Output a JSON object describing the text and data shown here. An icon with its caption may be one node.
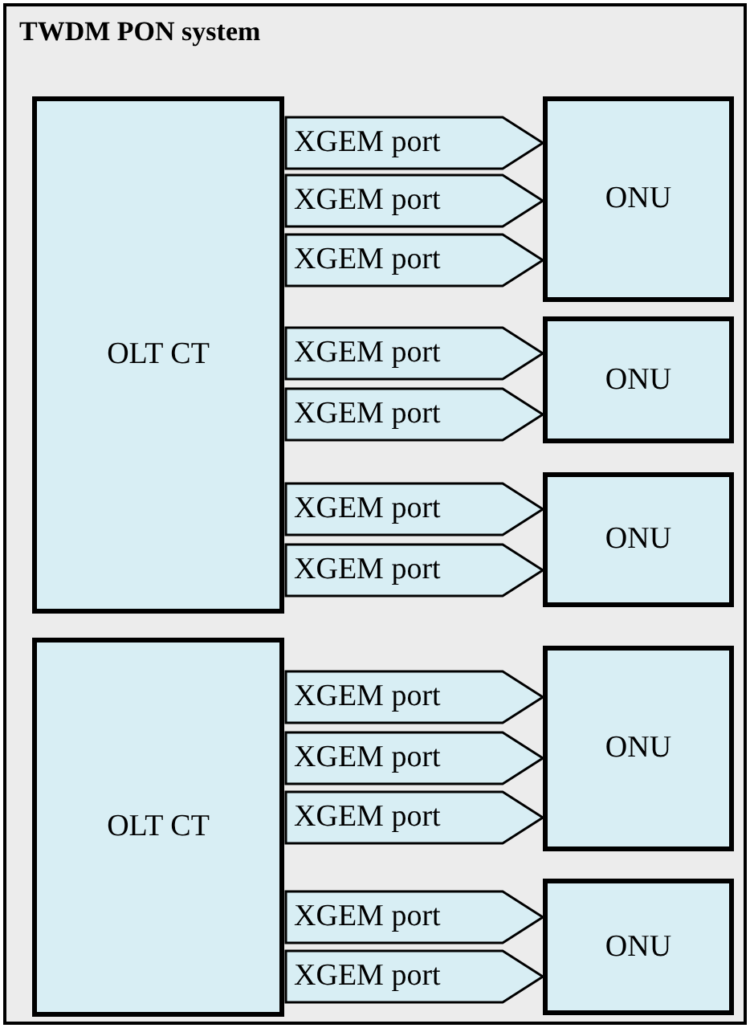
{
  "diagram": {
    "nodes": [
      {
        "text": [
          "TWDM PON system"
        ]
      },
      {
        "text": [
          "OLT CT"
        ],
        "in": 0
      },
      {
        "text": [
          "XGEM port"
        ],
        "in": 0
      },
      {
        "text": [
          "XGEM port"
        ],
        "in": 0
      },
      {
        "text": [
          "XGEM port"
        ],
        "in": 0
      },
      {
        "text": [
          "ONU"
        ],
        "in": 0
      },
      {
        "text": [
          "XGEM port"
        ],
        "in": 0
      },
      {
        "text": [
          "XGEM port"
        ],
        "in": 0
      },
      {
        "text": [
          "ONU"
        ],
        "in": 0
      },
      {
        "text": [
          "XGEM port"
        ],
        "in": 0
      },
      {
        "text": [
          "XGEM port"
        ],
        "in": 0
      },
      {
        "text": [
          "ONU"
        ],
        "in": 0
      },
      {
        "text": [
          "OLT CT"
        ],
        "in": 0
      },
      {
        "text": [
          "XGEM port"
        ],
        "in": 0
      },
      {
        "text": [
          "XGEM port"
        ],
        "in": 0
      },
      {
        "text": [
          "XGEM port"
        ],
        "in": 0
      },
      {
        "text": [
          "ONU"
        ],
        "in": 0
      },
      {
        "text": [
          "XGEM port"
        ],
        "in": 0
      },
      {
        "text": [
          "XGEM port"
        ],
        "in": 0
      },
      {
        "text": [
          "ONU"
        ],
        "in": 0
      }
    ],
    "edges": []
  }
}
